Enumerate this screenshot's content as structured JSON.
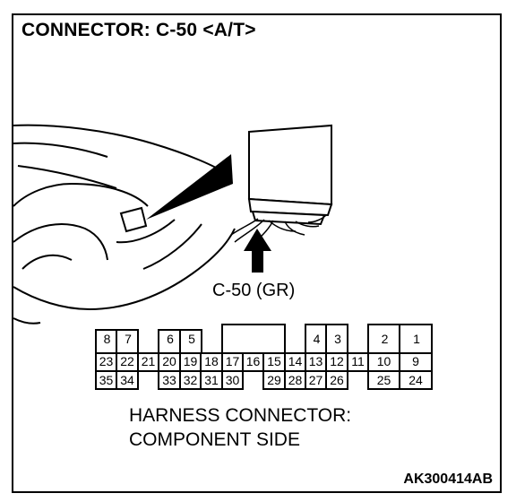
{
  "title": "CONNECTOR: C-50 <A/T>",
  "callout_label": "C-50 (GR)",
  "connector": {
    "row1": [
      "8",
      "7",
      "6",
      "5",
      "4",
      "3",
      "2",
      "1"
    ],
    "row2": [
      "23",
      "22",
      "21",
      "20",
      "19",
      "18",
      "17",
      "16",
      "15",
      "14",
      "13",
      "12",
      "11",
      "10",
      "9"
    ],
    "row3": [
      "35",
      "34",
      "33",
      "32",
      "31",
      "30",
      "29",
      "28",
      "27",
      "26",
      "25",
      "24"
    ]
  },
  "caption_line1": "HARNESS CONNECTOR:",
  "caption_line2": "COMPONENT SIDE",
  "reference_code": "AK300414AB"
}
